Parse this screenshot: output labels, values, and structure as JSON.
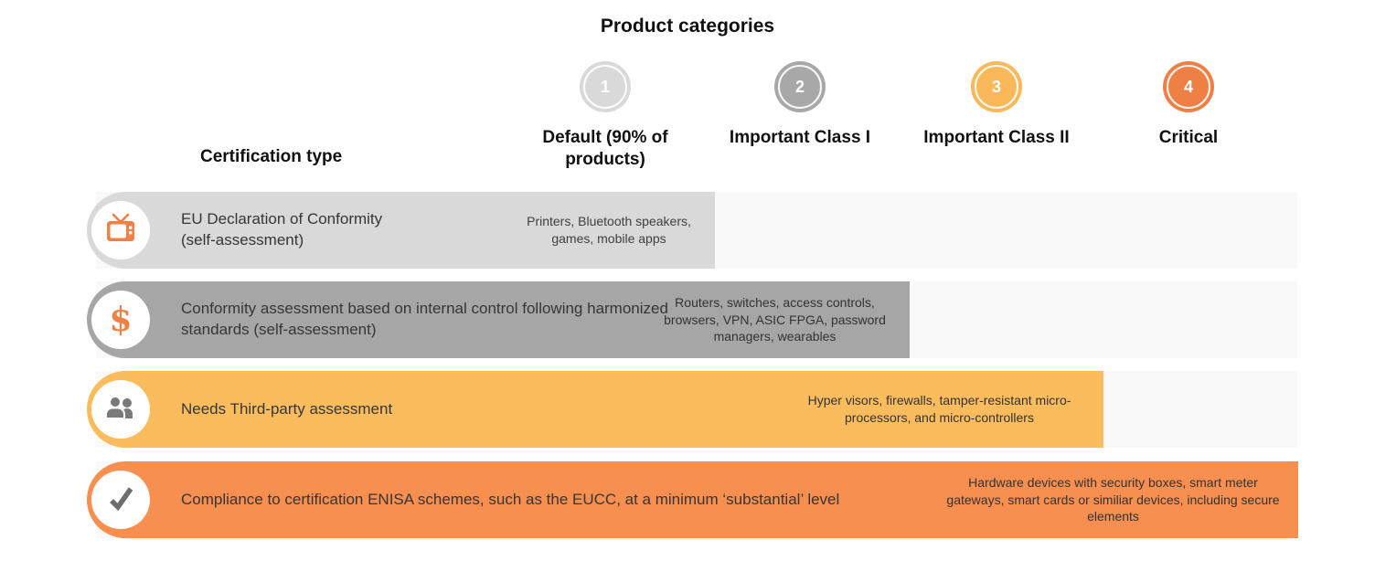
{
  "title": "Product categories",
  "certification_type_header": "Certification type",
  "colors": {
    "category1": "#d9d9d9",
    "category2": "#a6a6a6",
    "category3": "#f9b95b",
    "category4": "#ef8045",
    "track_background": "#f9f9f9",
    "icon_orange": "#f08045",
    "icon_gray": "#6d6d6d"
  },
  "categories": [
    {
      "number": "1",
      "label": "Default (90% of products)"
    },
    {
      "number": "2",
      "label": "Important Class I"
    },
    {
      "number": "3",
      "label": "Important Class II"
    },
    {
      "number": "4",
      "label": "Critical"
    }
  ],
  "rows": [
    {
      "icon": "tv-icon",
      "certification": "EU Declaration of Conformity\n(self-assessment)",
      "examples": "Printers, Bluetooth speakers, games, mobile apps"
    },
    {
      "icon": "dollar-icon",
      "certification": "Conformity assessment based on internal control following harmonized standards (self-assessment)",
      "examples": "Routers, switches, access controls, browsers, VPN, ASIC FPGA, password managers, wearables"
    },
    {
      "icon": "people-icon",
      "certification": "Needs Third-party assessment",
      "examples": "Hyper visors, firewalls, tamper-resistant micro-processors, and micro-controllers"
    },
    {
      "icon": "checkmark-icon",
      "certification": "Compliance to certification ENISA schemes, such as the EUCC, at a minimum ‘substantial’ level",
      "examples": "Hardware devices with security boxes, smart meter gateways, smart cards or similiar devices, including secure elements"
    }
  ]
}
